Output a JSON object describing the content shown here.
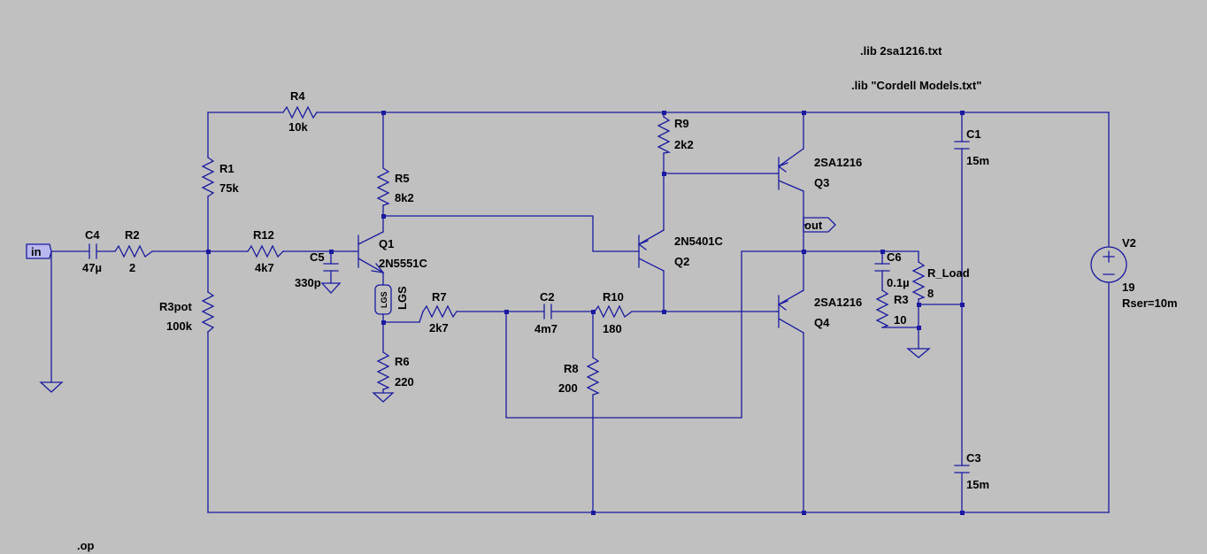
{
  "directives": {
    "lib1": ".lib 2sa1216.txt",
    "lib2": ".lib \"Cordell Models.txt\"",
    "op": ".op"
  },
  "ports": {
    "in": "in",
    "out": "out"
  },
  "components": {
    "R4": {
      "name": "R4",
      "value": "10k"
    },
    "R1": {
      "name": "R1",
      "value": "75k"
    },
    "R5": {
      "name": "R5",
      "value": "8k2"
    },
    "R9": {
      "name": "R9",
      "value": "2k2"
    },
    "C1": {
      "name": "C1",
      "value": "15m"
    },
    "C4": {
      "name": "C4",
      "value": "47µ"
    },
    "R2": {
      "name": "R2",
      "value": "2"
    },
    "R12": {
      "name": "R12",
      "value": "4k7"
    },
    "C5": {
      "name": "C5",
      "value": "330p"
    },
    "Q1": {
      "name": "Q1",
      "value": "2N5551C"
    },
    "LGS": {
      "name": "LGS",
      "value": "LGS"
    },
    "R3pot": {
      "name": "R3pot",
      "value": "100k"
    },
    "R7": {
      "name": "R7",
      "value": "2k7"
    },
    "C2": {
      "name": "C2",
      "value": "4m7"
    },
    "R10": {
      "name": "R10",
      "value": "180"
    },
    "R6": {
      "name": "R6",
      "value": "220"
    },
    "R8": {
      "name": "R8",
      "value": "200"
    },
    "Q2": {
      "name": "Q2",
      "value": "2N5401C"
    },
    "Q3": {
      "name": "Q3",
      "value": "2SA1216"
    },
    "Q4": {
      "name": "Q4",
      "value": "2SA1216"
    },
    "C6": {
      "name": "C6",
      "value": "0.1µ"
    },
    "R3": {
      "name": "R3",
      "value": "10"
    },
    "R_Load": {
      "name": "R_Load",
      "value": "8"
    },
    "C3": {
      "name": "C3",
      "value": "15m"
    },
    "V2": {
      "name": "V2",
      "value": "19",
      "extra": "Rser=10m"
    }
  },
  "colors": {
    "background": "#c0c0c0",
    "wire": "#1a1aa0",
    "text": "#000000",
    "port_fill": "#b8b8ee"
  }
}
